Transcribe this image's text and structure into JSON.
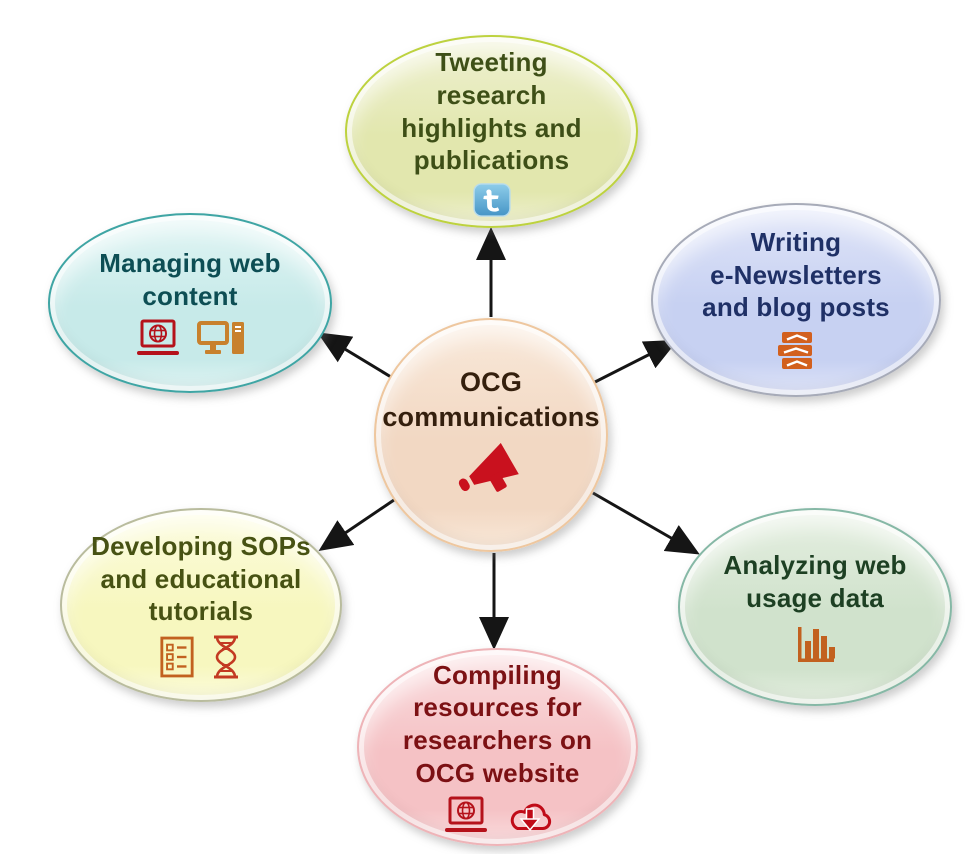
{
  "diagram": {
    "type": "hub-and-spoke",
    "background": "#ffffff",
    "arrows": [
      {
        "from": "ocg-communications",
        "to": "tweeting"
      },
      {
        "from": "ocg-communications",
        "to": "newsletters"
      },
      {
        "from": "ocg-communications",
        "to": "analytics"
      },
      {
        "from": "ocg-communications",
        "to": "resources"
      },
      {
        "from": "ocg-communications",
        "to": "sops"
      },
      {
        "from": "ocg-communications",
        "to": "webcontent"
      }
    ]
  },
  "center": {
    "id": "ocg-communications",
    "label": "OCG communications",
    "label_lines": [
      "OCG",
      "communications"
    ],
    "icons": [
      "megaphone-icon"
    ],
    "fill": "#f2d8c3",
    "fill_light": "#f9e9da",
    "border": "#eec79f",
    "text_color": "#341f0d"
  },
  "nodes": [
    {
      "id": "tweeting",
      "label": "Tweeting research highlights and publications",
      "label_lines": [
        "Tweeting",
        "research",
        "highlights and",
        "publications"
      ],
      "icons": [
        "twitter-icon"
      ],
      "fill": "#e2e7ae",
      "fill_light": "#eff1d2",
      "border": "#bdd23f",
      "text_color": "#3e4f17"
    },
    {
      "id": "newsletters",
      "label": "Writing e-Newsletters and blog posts",
      "label_lines": [
        "Writing",
        "e-Newsletters",
        "and blog posts"
      ],
      "icons": [
        "books-icon"
      ],
      "fill": "#c7d1f2",
      "fill_light": "#e0e5f8",
      "border": "#a7abb8",
      "text_color": "#1f3066"
    },
    {
      "id": "analytics",
      "label": "Analyzing web usage data",
      "label_lines": [
        "Analyzing web",
        "usage data"
      ],
      "icons": [
        "bar-chart-icon"
      ],
      "fill": "#d0e2cc",
      "fill_light": "#e5efe1",
      "border": "#86b8a6",
      "text_color": "#1d4023"
    },
    {
      "id": "resources",
      "label": "Compiling resources for researchers on OCG website",
      "label_lines": [
        "Compiling",
        "resources for",
        "researchers on",
        "OCG website"
      ],
      "icons": [
        "laptop-globe-icon",
        "cloud-download-icon"
      ],
      "fill": "#f5c2c5",
      "fill_light": "#fadddf",
      "border": "#eeb4b8",
      "text_color": "#7c1114"
    },
    {
      "id": "sops",
      "label": "Developing SOPs and educational tutorials",
      "label_lines": [
        "Developing SOPs",
        "and educational",
        "tutorials"
      ],
      "icons": [
        "checklist-icon",
        "dna-icon"
      ],
      "fill": "#f7f7bf",
      "fill_light": "#fcfcde",
      "border": "#b9bc9e",
      "text_color": "#475213"
    },
    {
      "id": "webcontent",
      "label": "Managing web content",
      "label_lines": [
        "Managing web",
        "content"
      ],
      "icons": [
        "laptop-globe-icon",
        "desktop-computer-icon"
      ],
      "fill": "#c7eae9",
      "fill_light": "#e1f5f4",
      "border": "#3fa5a4",
      "text_color": "#0d4e54"
    }
  ],
  "colors": {
    "arrow": "#151515",
    "megaphone_red": "#c9111e",
    "twitter_blue": "#4a9fd1",
    "books_orange": "#d2601e",
    "chart_orange": "#c2611f",
    "laptop_red": "#b5121b",
    "cloud_red": "#c00b18",
    "desktop_orange": "#c8812d",
    "checklist_orange": "#c2611f",
    "dna_red": "#c33a22"
  }
}
